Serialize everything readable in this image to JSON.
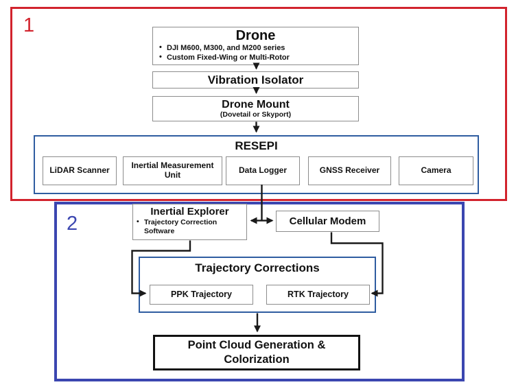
{
  "regions": [
    {
      "label": "1"
    },
    {
      "label": "2"
    }
  ],
  "nodes": {
    "drone": {
      "title": "Drone",
      "bullets": [
        "DJI M600, M300, and M200 series",
        "Custom Fixed-Wing or Multi-Rotor"
      ]
    },
    "vibration_isolator": {
      "title": "Vibration Isolator"
    },
    "drone_mount": {
      "title": "Drone Mount",
      "subtitle": "(Dovetail or Skyport)"
    },
    "resepi": {
      "title": "RESEPI",
      "components": [
        "LiDAR Scanner",
        "Inertial Measurement Unit",
        "Data Logger",
        "GNSS Receiver",
        "Camera"
      ]
    },
    "inertial_explorer": {
      "title": "Inertial Explorer",
      "bullets": [
        "Trajectory Correction Software"
      ]
    },
    "cellular_modem": {
      "title": "Cellular Modem"
    },
    "trajectory_corrections": {
      "title": "Trajectory Corrections",
      "components": [
        "PPK Trajectory",
        "RTK Trajectory"
      ]
    },
    "point_cloud": {
      "title": "Point Cloud Generation & Colorization"
    }
  },
  "colors": {
    "region1_border": "#d2232d",
    "region2_border": "#3b46b0",
    "group_border": "#2e5ca0",
    "box_border": "#8c8c8c",
    "strong_border": "#111111",
    "connector": "#1a1a1a",
    "text": "#111111"
  }
}
